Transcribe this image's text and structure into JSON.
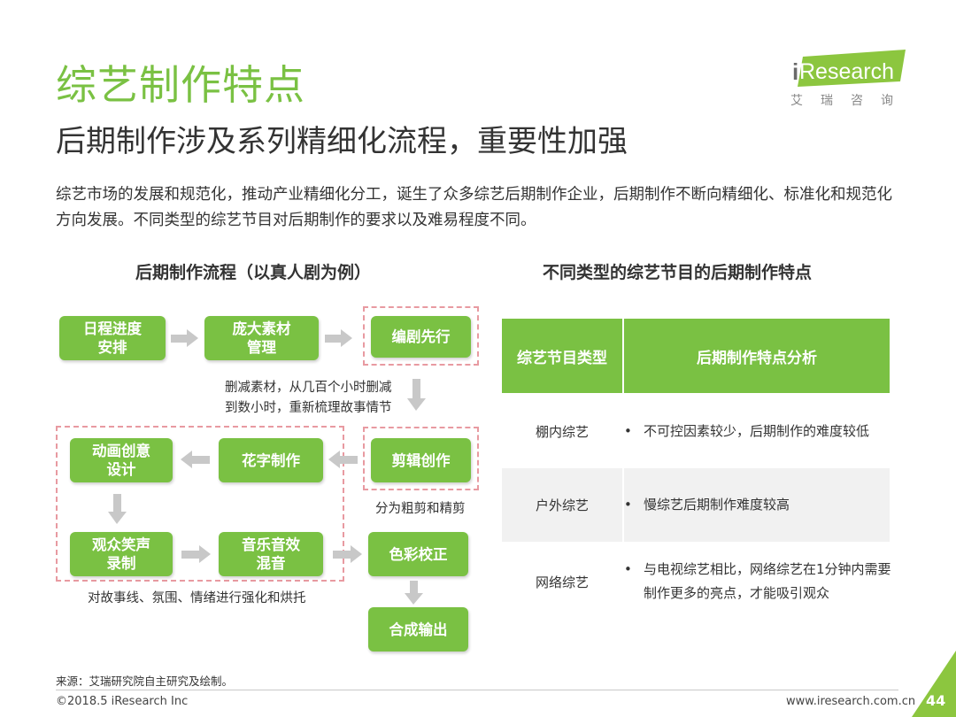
{
  "header": {
    "title": "综艺制作特点",
    "subtitle": "后期制作涉及系列精细化流程，重要性加强",
    "logo_text": "iResearch",
    "logo_cn": "艾瑞咨询"
  },
  "intro": "综艺市场的发展和规范化，推动产业精细化分工，诞生了众多综艺后期制作企业，后期制作不断向精细化、标准化和规范化方向发展。不同类型的综艺节目对后期制作的要求以及难易程度不同。",
  "flow": {
    "title": "后期制作流程（以真人剧为例）",
    "nodes": {
      "schedule": "日程进度\n安排",
      "materials": "庞大素材\n管理",
      "script": "编剧先行",
      "edit": "剪辑创作",
      "subtitle_fx": "花字制作",
      "animation": "动画创意\n设计",
      "laughter": "观众笑声\n录制",
      "music": "音乐音效\n混音",
      "color": "色彩校正",
      "output": "合成输出"
    },
    "notes": {
      "trim": "删减素材，从几百个小时删减\n到数小时，重新梳理故事情节",
      "cut": "分为粗剪和精剪",
      "enhance": "对故事线、氛围、情绪进行强化和烘托"
    }
  },
  "table": {
    "title": "不同类型的综艺节目的后期制作特点",
    "headers": [
      "综艺节目类型",
      "后期制作特点分析"
    ],
    "rows": [
      {
        "type": "棚内综艺",
        "points": [
          "不可控因素较少，后期制作的难度较低"
        ]
      },
      {
        "type": "户外综艺",
        "points": [
          "慢综艺后期制作难度较高"
        ]
      },
      {
        "type": "网络综艺",
        "points": [
          "与电视综艺相比，网络综艺在1分钟内需要制作更多的亮点，才能吸引观众"
        ]
      }
    ]
  },
  "footer": {
    "source": "来源：艾瑞研究院自主研究及绘制。",
    "copyright": "©2018.5 iResearch Inc",
    "url": "www.iresearch.com.cn",
    "page": "44"
  },
  "colors": {
    "accent": "#7ac143",
    "dashed": "#e89aa1",
    "arrow": "#c8c8c8"
  }
}
